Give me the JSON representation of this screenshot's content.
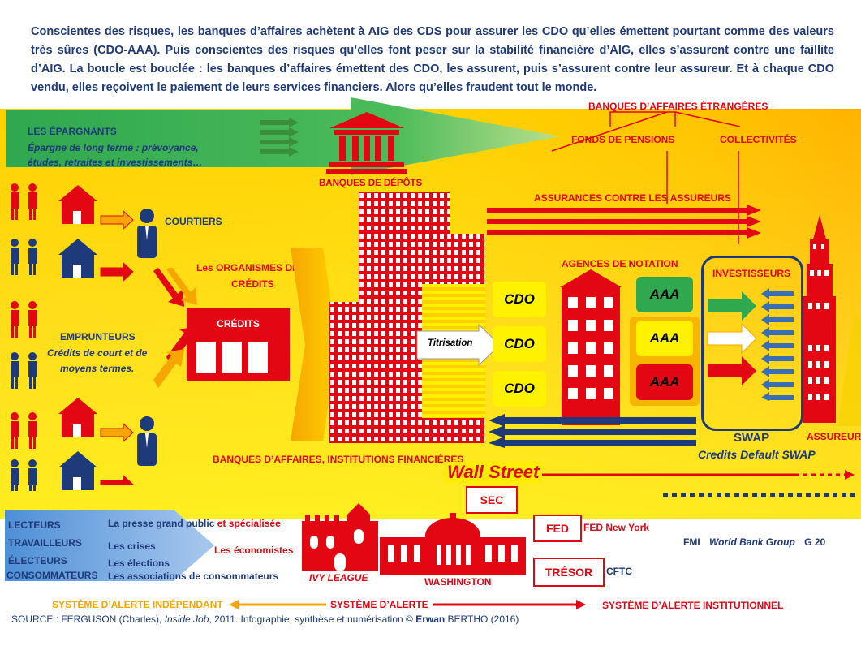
{
  "intro_text": "Conscientes des risques, les banques d’affaires achètent à AIG des CDS pour assurer les CDO qu’elles émettent pourtant comme des valeurs très sûres (CDO-AAA). Puis conscientes des risques qu’elles font peser sur la stabilité financière d’AIG, elles s’assurent contre une faillite d’AIG. La boucle est bouclée : les banques d’affaires émettent des CDO, les assurent, puis s’assurent contre leur assureur. Et à chaque CDO vendu, elles reçoivent le paiement de leurs services financiers. Alors qu’elles fraudent tout le monde.",
  "savers": {
    "title": "LES ÉPARGNANTS",
    "subtitle_1": "Épargne de long terme : prévoyance,",
    "subtitle_2": "études, retraites et investissements…"
  },
  "labels": {
    "foreign_banks": "BANQUES D’AFFAIRES ÉTRANGÈRES",
    "pension_funds": "FONDS DE PENSIONS",
    "collectivities": "COLLECTIVITÉS",
    "deposit_banks": "BANQUES DE DÉPÔTS",
    "insurance_insurers": "ASSURANCES CONTRE LES ASSUREURS",
    "brokers": "COURTIERS",
    "credit_orgs_1": "Les ORGANISMES DE",
    "credit_orgs_2": "CRÉDITS",
    "credits": "CRÉDITS",
    "borrowers": "EMPRUNTEURS",
    "borrowers_sub_1": "Crédits de court et de",
    "borrowers_sub_2": "moyens termes.",
    "rating_agencies": "AGENCES DE NOTATION",
    "investors": "INVESTISSEURS",
    "securitization": "Titrisation",
    "cdo": "CDO",
    "aaa": "AAA",
    "swap": "SWAP",
    "cds": "Credits Default SWAP",
    "insurers": "ASSUREURS",
    "investment_banks": "BANQUES D’AFFAIRES, INSTITUTIONS FINANCIÈRES",
    "wall_street": "Wall Street",
    "sec": "SEC",
    "fed": "FED",
    "fed_ny": "FED New York",
    "treasury": "TRÉSOR",
    "cftc": "CFTC",
    "imf_wb": "FMI   World Bank Group   G 20",
    "fmi": "FMI",
    "world_bank": "World Bank Group",
    "g20": "G 20",
    "ivy_league": "IVY LEAGUE",
    "washington": "WASHINGTON",
    "economists": "Les économistes"
  },
  "public": {
    "roles": [
      "LECTEURS",
      "TRAVAILLEURS",
      "ÉLECTEURS",
      "CONSOMMATEURS"
    ],
    "press_1": "La presse grand public ",
    "press_2": "et spécialisée",
    "crises": "Les crises",
    "elections": "Les élections",
    "consumer_assoc": "Les associations de consommateurs"
  },
  "alerts": {
    "independent": "SYSTÈME D’ALERTE INDÉPENDANT",
    "system": "SYSTÈME D’ALERTE",
    "institutional": "SYSTÈME D’ALERTE INSTITUTIONNEL"
  },
  "source": {
    "prefix": "SOURCE : FERGUSON (Charles), ",
    "title": "Inside Job",
    "rest": ", 2011. Infographie, synthèse et numérisation © ",
    "author_first": "Erwan",
    "author_last": " BERTHO (2016)"
  },
  "colors": {
    "red": "#e30613",
    "navy": "#1f3a7a",
    "yellow": "#ffd000",
    "green": "#2fa84f",
    "blue": "#3a6fb5",
    "orange": "#f7a600"
  }
}
